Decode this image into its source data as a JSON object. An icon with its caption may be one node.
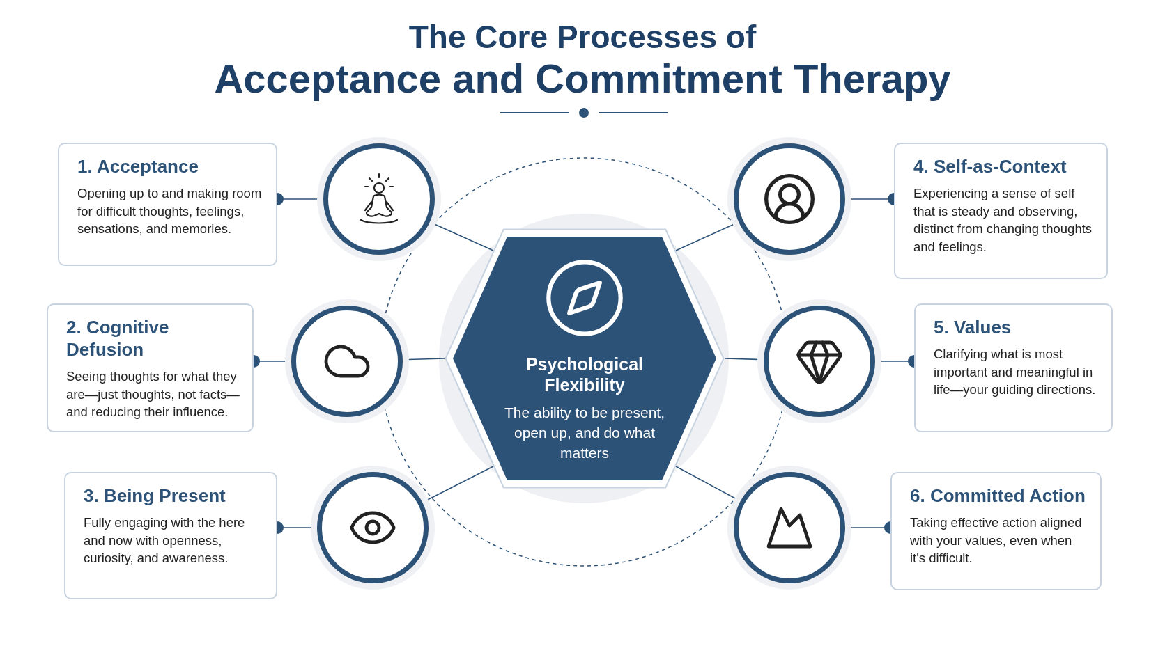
{
  "diagram": {
    "title": "The Core Processes of",
    "labels": [
      "Acceptance and Commitment Therapy"
    ],
    "nodes": [
      {
        "text": [
          "Psychological Flexibility",
          "The ability to be present, open up, and do what matters"
        ]
      },
      {
        "text": [
          "1. Acceptance",
          "Opening up to and making room for difficult thoughts, feelings, sensations, and memories."
        ]
      },
      {
        "text": [
          "2. Cognitive Defusion",
          "Seeing thoughts for what they are—just thoughts, not facts—and reducing their influence."
        ]
      },
      {
        "text": [
          "3. Being Present",
          "Fully engaging with the here and now with openness, curiosity, and awareness."
        ]
      },
      {
        "text": [
          "4. Self-as-Context",
          "Experiencing a sense of self that is steady and observing, distinct from changing thoughts and feelings."
        ]
      },
      {
        "text": [
          "5. Values",
          "Clarifying what is most important and meaningful in life—your guiding directions."
        ]
      },
      {
        "text": [
          "6. Committed Action",
          "Taking effective action aligned with your values, even when it's difficult."
        ]
      },
      {
        "text": [],
        "shape": "circle"
      },
      {
        "text": [],
        "shape": "circle"
      },
      {
        "text": [],
        "shape": "circle"
      },
      {
        "text": [],
        "shape": "circle"
      },
      {
        "text": [],
        "shape": "circle"
      },
      {
        "text": [],
        "shape": "circle"
      }
    ],
    "edges": [
      {
        "from": 1,
        "to": 7,
        "arrow": "other"
      },
      {
        "from": 2,
        "to": 8,
        "arrow": "other"
      },
      {
        "from": 3,
        "to": 9,
        "arrow": "other"
      },
      {
        "from": 4,
        "to": 10,
        "arrow": "other"
      },
      {
        "from": 5,
        "to": 11,
        "arrow": "other"
      },
      {
        "from": 6,
        "to": 12,
        "arrow": "other"
      },
      {
        "from": 7,
        "to": 0,
        "arrow": "none"
      },
      {
        "from": 8,
        "to": 0,
        "arrow": "none"
      },
      {
        "from": 9,
        "to": 0,
        "arrow": "none"
      },
      {
        "from": 10,
        "to": 0,
        "arrow": "none"
      },
      {
        "from": 11,
        "to": 0,
        "arrow": "none"
      },
      {
        "from": 12,
        "to": 0,
        "arrow": "none"
      }
    ]
  }
}
